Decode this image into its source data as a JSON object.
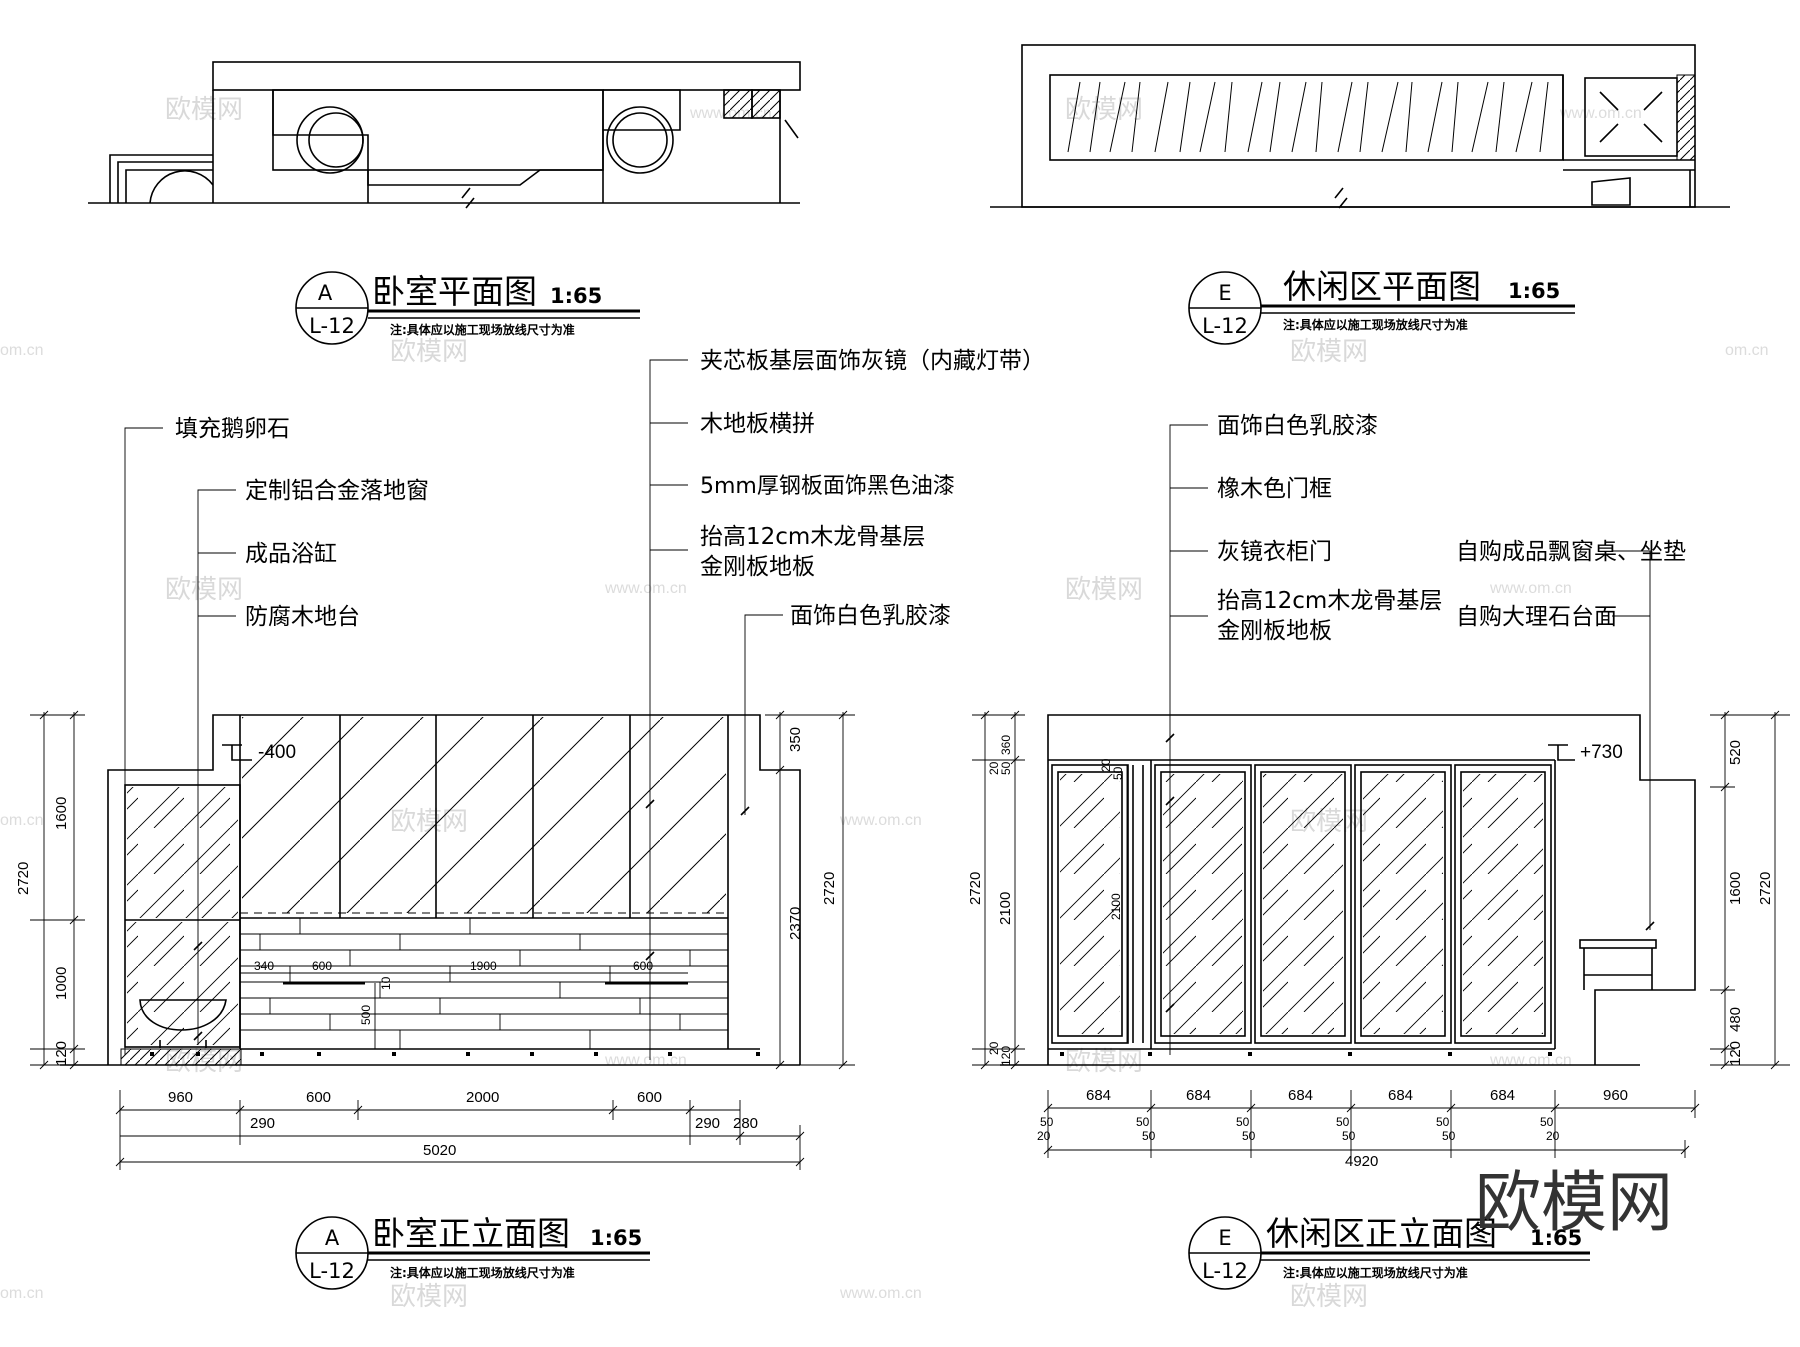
{
  "watermark": {
    "brand": "欧模网",
    "site": "www.om.cn",
    "short": "om.cn"
  },
  "drawings": {
    "bedroom_plan": {
      "title": "卧室平面图",
      "scale": "1:65",
      "tag": "A",
      "sheet": "L-12",
      "note": "注:具体应以施工现场放线尺寸为准"
    },
    "leisure_plan": {
      "title": "休闲区平面图",
      "scale": "1:65",
      "tag": "E",
      "sheet": "L-12",
      "note": "注:具体应以施工现场放线尺寸为准"
    },
    "bedroom_elev": {
      "title": "卧室正立面图",
      "scale": "1:65",
      "tag": "A",
      "sheet": "L-12",
      "note": "注:具体应以施工现场放线尺寸为准"
    },
    "leisure_elev": {
      "title": "休闲区正立面图",
      "scale": "1:65",
      "tag": "E",
      "sheet": "L-12",
      "note": "注:具体应以施工现场放线尺寸为准"
    }
  },
  "bedroom_labels": {
    "pebbles": "填充鹅卵石",
    "window": "定制铝合金落地窗",
    "bathtub": "成品浴缸",
    "deck": "防腐木地台",
    "mirror": "夹芯板基层面饰灰镜（内藏灯带）",
    "floorboard": "木地板横拼",
    "steel": "5mm厚钢板面饰黑色油漆",
    "raised_1": "抬高12cm木龙骨基层",
    "raised_2": "金刚板地板",
    "latex": "面饰白色乳胶漆"
  },
  "leisure_labels": {
    "latex": "面饰白色乳胶漆",
    "oak_frame": "橡木色门框",
    "mirror_door": "灰镜衣柜门",
    "raised_1": "抬高12cm木龙骨基层",
    "raised_2": "金刚板地板",
    "bay_desk": "自购成品飘窗桌、坐垫",
    "marble": "自购大理石台面"
  },
  "bedroom_dims": {
    "level": "-400",
    "left_total": "2720",
    "left_upper": "1600",
    "left_mid": "1000",
    "left_base": "120",
    "right_top": "350",
    "right_mid": "2370",
    "right_total": "2720",
    "inner_340": "340",
    "inner_600a": "600",
    "inner_1900": "1900",
    "inner_600b": "600",
    "inner_10": "10",
    "inner_500": "500",
    "b1": "960",
    "b2": "600",
    "b3": "2000",
    "b4": "600",
    "c1": "290",
    "c2": "290",
    "c3": "280",
    "total": "5020"
  },
  "leisure_dims": {
    "level": "+730",
    "l_total": "2720",
    "l_2100": "2100",
    "l_360": "360",
    "l_50a": "50",
    "l_20a": "20",
    "l_20b": "20",
    "l_120": "120",
    "door_2100": "2100",
    "door_20": "20",
    "door_50": "50",
    "r_520": "520",
    "r_1600": "1600",
    "r_480": "480",
    "r_120": "120",
    "r_total": "2720",
    "w684": "684",
    "w960": "960",
    "w50": "50",
    "w20": "20",
    "total": "4920"
  }
}
